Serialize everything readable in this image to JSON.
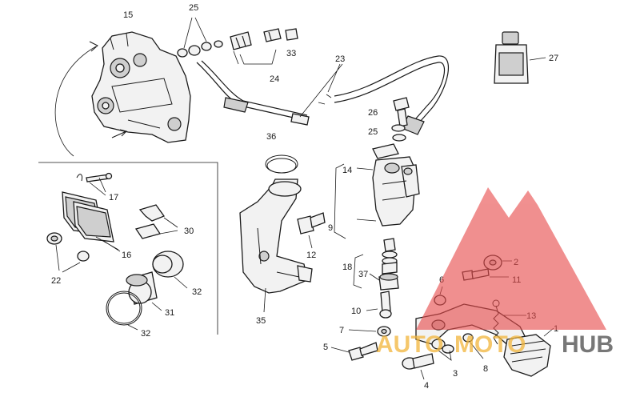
{
  "labels": {
    "p1": "1",
    "p2": "2",
    "p3": "3",
    "p4": "4",
    "p5": "5",
    "p6": "6",
    "p7": "7",
    "p8": "8",
    "p9": "9",
    "p10": "10",
    "p11": "11",
    "p12": "12",
    "p13": "13",
    "p14": "14",
    "p15": "15",
    "p16": "16",
    "p17": "17",
    "p18": "18",
    "p22": "22",
    "p23": "23",
    "p24": "24",
    "p25a": "25",
    "p25b": "25",
    "p26": "26",
    "p27": "27",
    "p30": "30",
    "p31": "31",
    "p32a": "32",
    "p32b": "32",
    "p33": "33",
    "p35": "35",
    "p36": "36",
    "p37": "37"
  },
  "watermark": {
    "part_a": "AUTO",
    "part_b": "MOTO",
    "part_c": "HUB",
    "triangle_color": "#e84c4c",
    "accent_color": "#f2b53a",
    "dark_color": "#4a4a4a"
  }
}
